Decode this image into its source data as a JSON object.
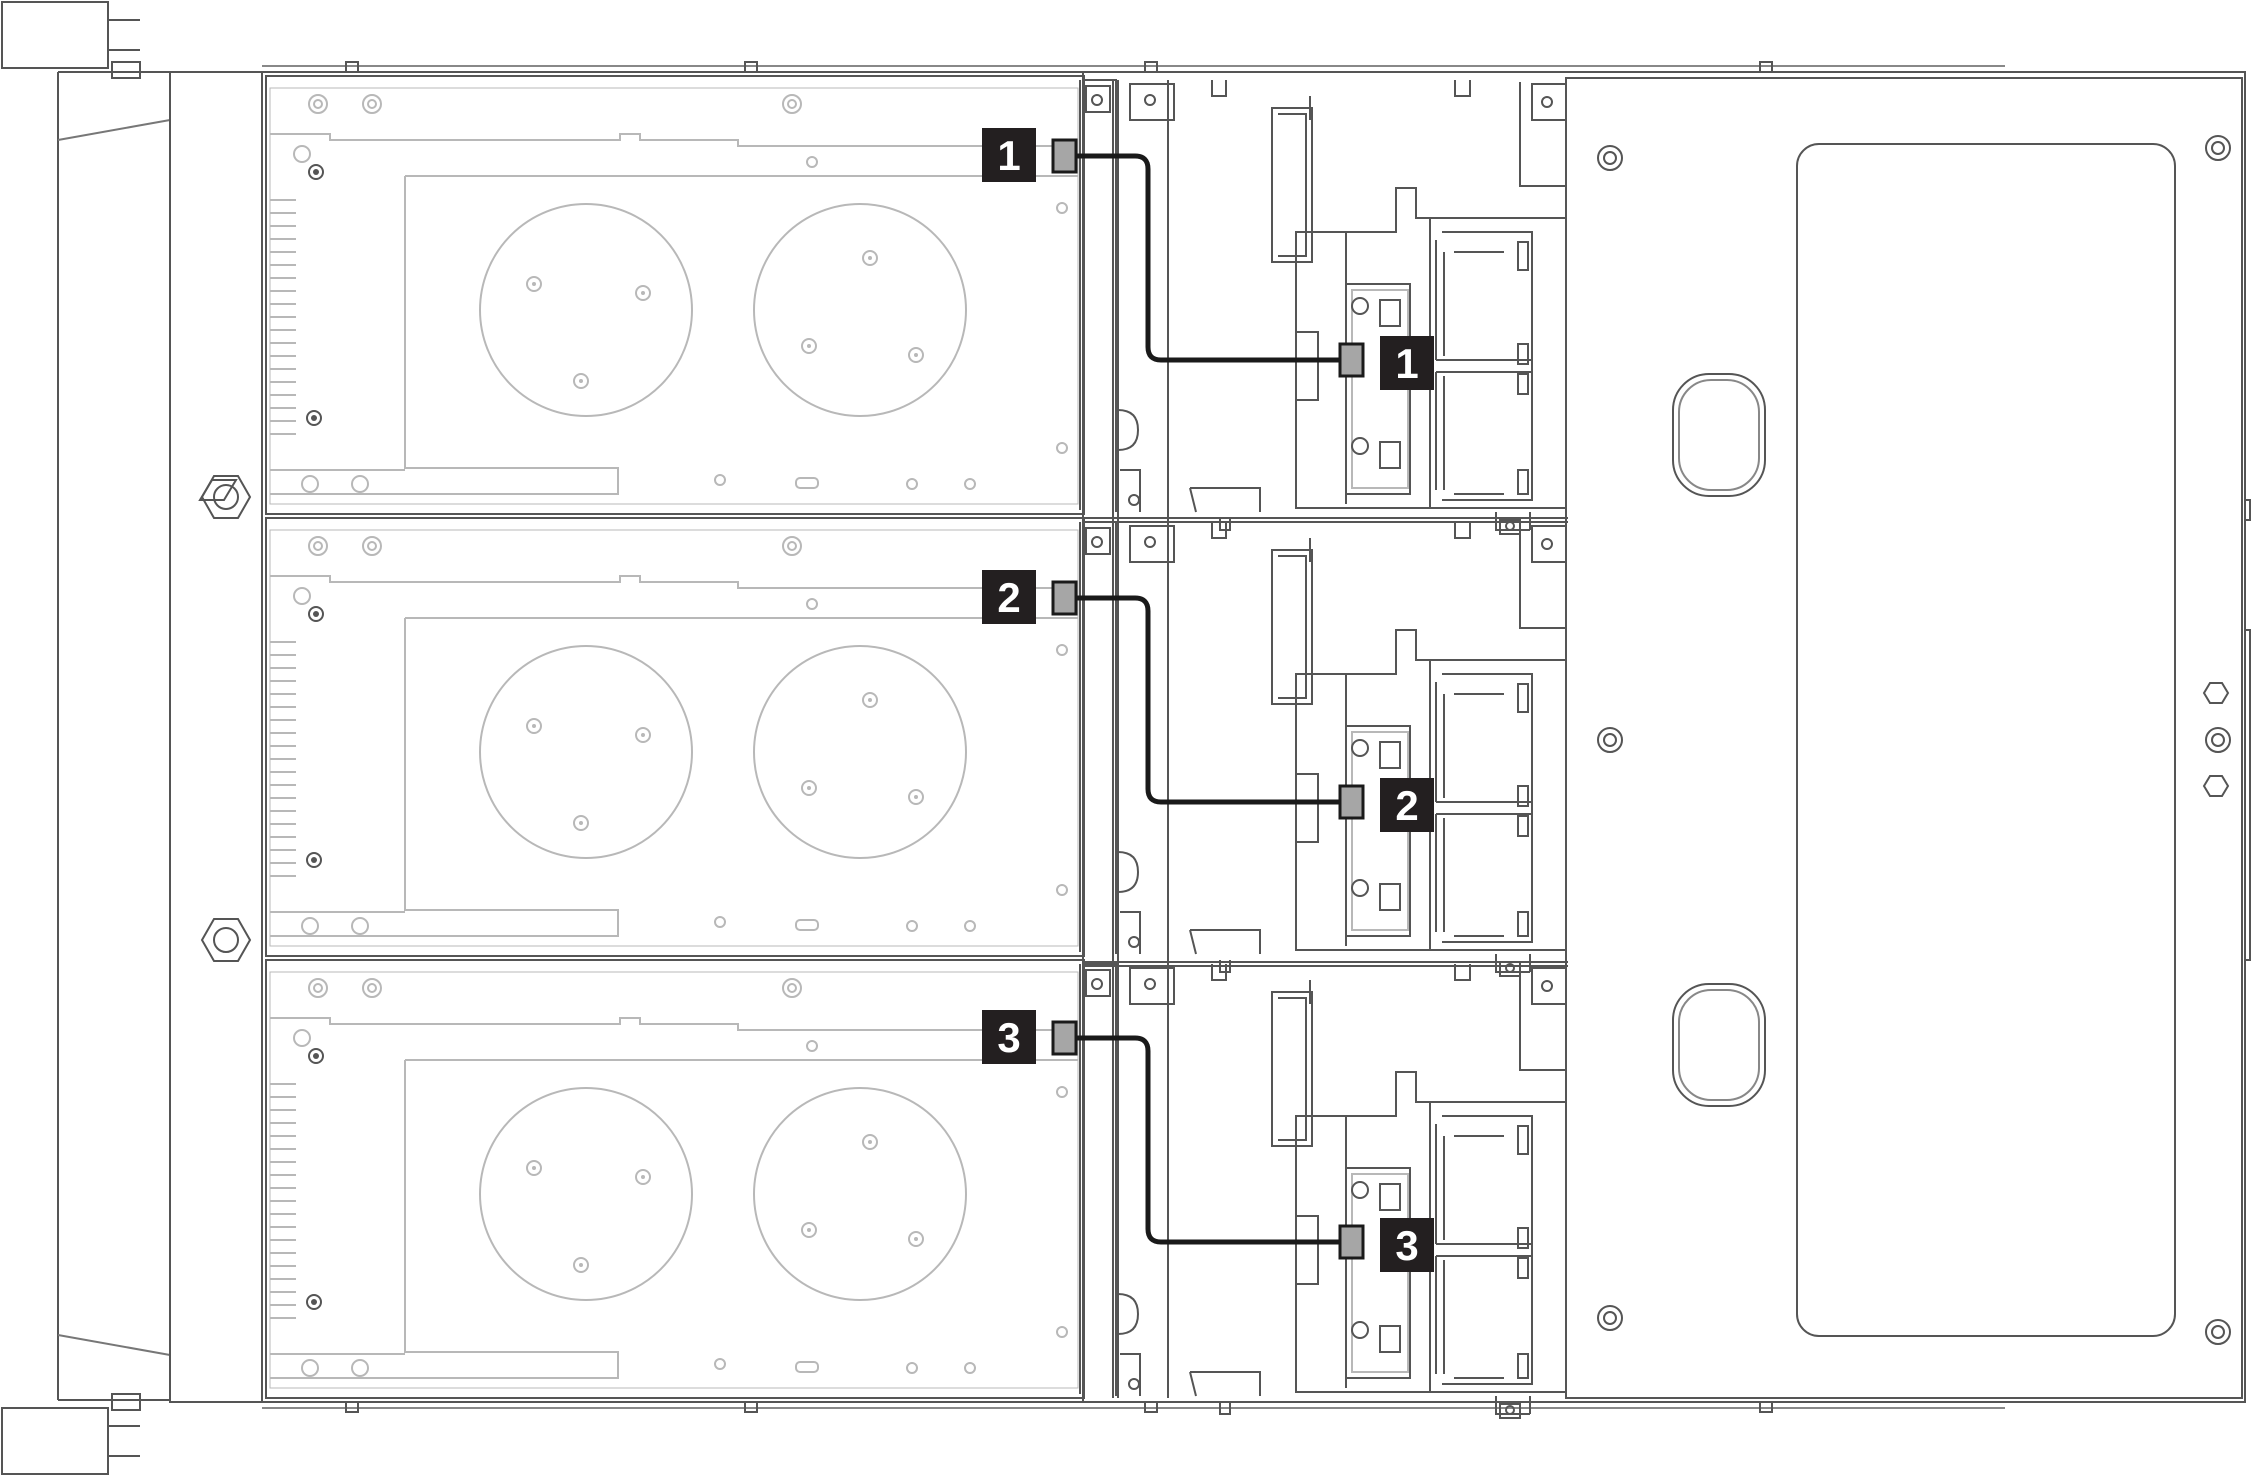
{
  "diagram": {
    "colors": {
      "line": "#555555",
      "line_light": "#b8b8b8",
      "cable": "#1a1a1a",
      "connector_fill": "#a6a6a6",
      "badge_fill": "#231f20",
      "badge_text": "#ffffff",
      "background": "#ffffff"
    },
    "callouts": [
      {
        "id": "1",
        "label": "1"
      },
      {
        "id": "2",
        "label": "2"
      },
      {
        "id": "3",
        "label": "3"
      }
    ]
  }
}
